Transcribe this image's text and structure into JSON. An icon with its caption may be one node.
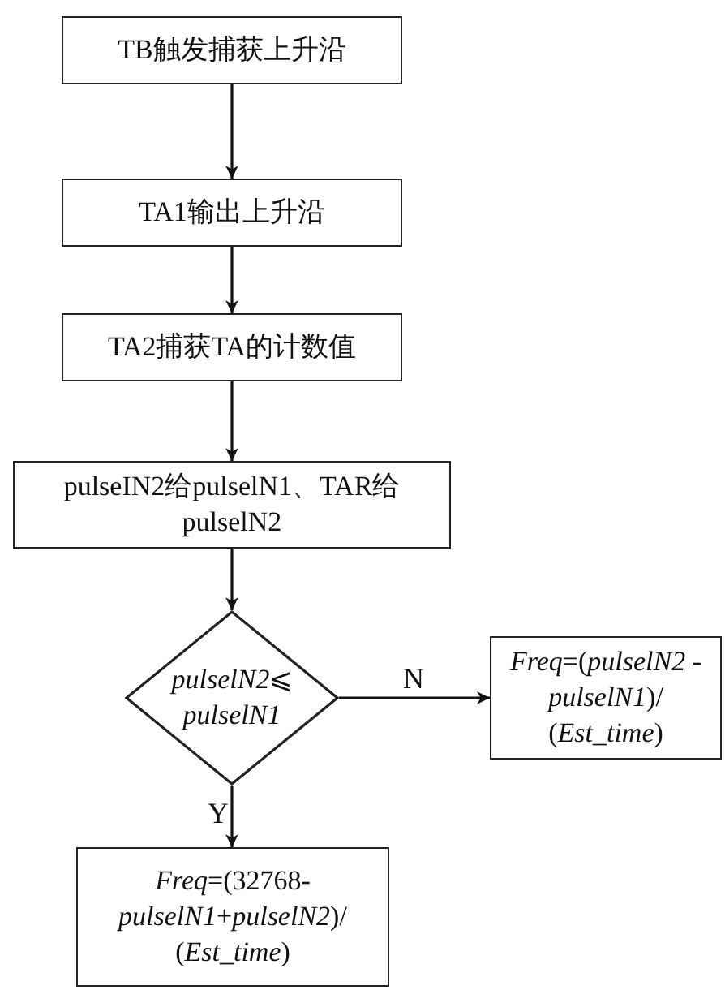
{
  "diagram": {
    "nodes": [
      {
        "text": [
          "TB触发捕获上升沿"
        ]
      },
      {
        "text": [
          "TA1输出上升沿"
        ]
      },
      {
        "text": [
          "TA2捕获TA的计数值"
        ]
      },
      {
        "text": [
          "pulseIN2给pulselN1、TAR给pulselN2"
        ]
      },
      {
        "text": [
          "*pulselN2*⩽ *pulselN1*"
        ]
      },
      {
        "text": [
          "*Freq*=(*pulselN2* -*pulselN1*)/ (*Est_time*)"
        ]
      },
      {
        "text": [
          "*Freq*=(32768- *pulselN1*+*pulselN2*)/ (*Est_time*)"
        ]
      }
    ],
    "edges": [
      {
        "from": 0,
        "to": 1,
        "arrow": "to"
      },
      {
        "from": 1,
        "to": 2,
        "arrow": "to"
      },
      {
        "from": 2,
        "to": 3,
        "arrow": "to"
      },
      {
        "from": 3,
        "to": 4,
        "arrow": "to"
      },
      {
        "from": 4,
        "to": 5,
        "arrow": "to",
        "label": "N"
      },
      {
        "from": 4,
        "to": 6,
        "arrow": "to",
        "label": "Y"
      }
    ]
  }
}
